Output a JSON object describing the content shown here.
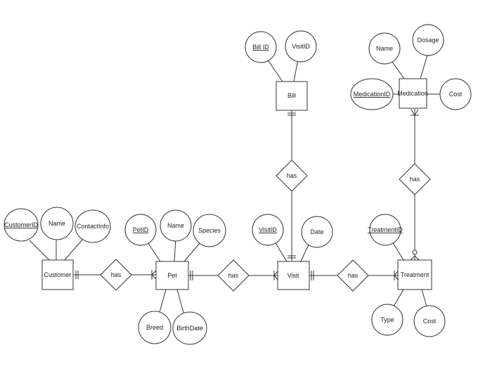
{
  "entities": {
    "customer": "Customer",
    "pet": "Pet",
    "visit": "Visit",
    "bill": "Bill",
    "medication": "Medication",
    "treatment": "Treatment"
  },
  "attributes": {
    "customer_id": "CustomerID",
    "customer_name": "Name",
    "contact_info": "ContactInfo",
    "pet_id": "PetID",
    "pet_name": "Name",
    "species": "Species",
    "breed": "Breed",
    "birth_date": "BirthDate",
    "visit_id": "VisitID",
    "visit_date": "Date",
    "bill_id": "Bill ID",
    "bill_visit_id": "VisitID",
    "medication_name": "Name",
    "dosage": "Dosage",
    "medication_id": "MedicationID",
    "medication_cost": "Cost",
    "treatment_id": "TreatmentID",
    "treatment_type": "Type",
    "treatment_cost": "Cost"
  },
  "relationships": {
    "customer_pet": "has",
    "pet_visit": "has",
    "visit_treatment": "has",
    "bill_visit": "has",
    "medication_treatment": "has"
  }
}
